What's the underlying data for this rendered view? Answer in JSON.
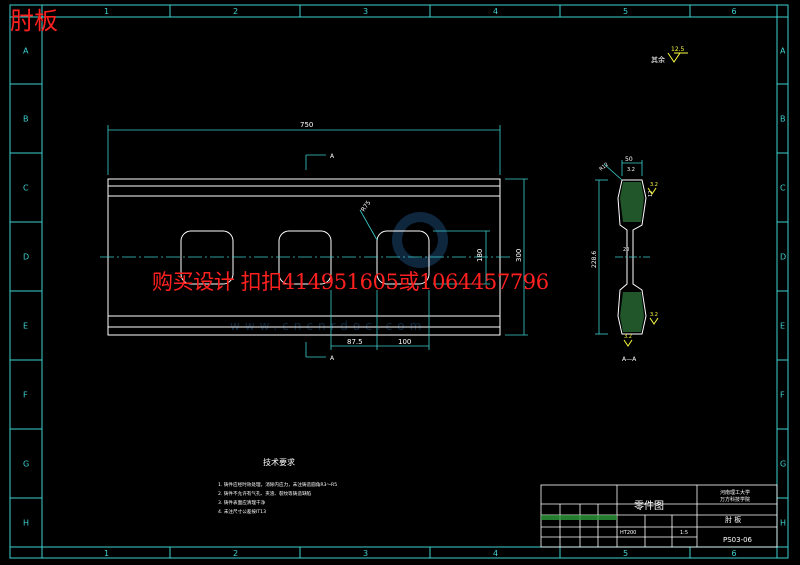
{
  "overlay": {
    "title": "肘板",
    "ad_text": "购买设计  扣扣414951605或1064457796"
  },
  "frame": {
    "top_cols": [
      "1",
      "2",
      "3",
      "4",
      "5",
      "6"
    ],
    "side_rows": [
      "A",
      "B",
      "C",
      "D",
      "E",
      "F",
      "G",
      "H"
    ]
  },
  "roughness": {
    "label": "其余",
    "value": "12.5"
  },
  "front_view": {
    "dim_length": "750",
    "dim_height": "300",
    "dim_hole_h": "180",
    "dim_radius": "R75",
    "dim_offset": "87.5",
    "dim_pitch": "100",
    "section_mark": "A"
  },
  "section_view": {
    "dim_top": "50",
    "dim_small": "3.2",
    "dim_chamfer": "R12",
    "dim_side": "12",
    "dim_length": "228.6",
    "dim_mid": "20",
    "rough_1": "3.2",
    "rough_2": "3.2",
    "rough_3": "3.2",
    "label": "A—A"
  },
  "tech_requirements": {
    "heading": "技术要求",
    "items": [
      "1. 铸件应经时效处理，消除内应力，未注铸造圆角R3～R5",
      "2. 铸件不允许有气孔、夹渣、裂纹等铸造缺陷",
      "3. 铸件表面应清理干净",
      "4. 未注尺寸公差按IT13"
    ]
  },
  "title_block": {
    "drawing_type": "零件图",
    "school": "河南理工大学",
    "school_sub": "万方科技学院",
    "part_name": "肘  板",
    "drawing_no": "PS03-06",
    "scale": "1:5",
    "material": "HT200"
  },
  "watermark": {
    "url": "www.cncnrdoc.com"
  }
}
